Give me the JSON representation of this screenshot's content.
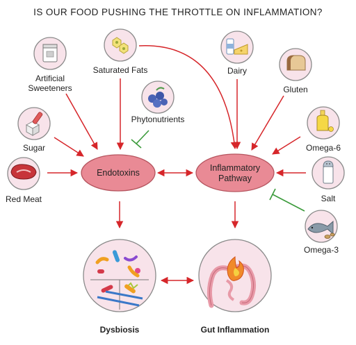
{
  "title": "IS OUR FOOD PUSHING THE THROTTLE ON INFLAMMATION?",
  "nodes": {
    "endotoxins": "Endotoxins",
    "inflammatory_line1": "Inflammatory",
    "inflammatory_line2": "Pathway"
  },
  "foods": {
    "artificial_line1": "Artificial",
    "artificial_line2": "Sweeteners",
    "saturated_fats": "Saturated Fats",
    "dairy": "Dairy",
    "gluten": "Gluten",
    "phytonutrients": "Phytonutrients",
    "sugar": "Sugar",
    "omega6": "Omega-6",
    "red_meat": "Red Meat",
    "salt": "Salt",
    "omega3": "Omega-3"
  },
  "outcomes": {
    "dysbiosis": "Dysbiosis",
    "gut_inflammation": "Gut Inflammation"
  },
  "colors": {
    "promote_arrow": "#d6262a",
    "inhibit_line": "#3a9a3a",
    "node_fill": "#e98a95",
    "icon_circle_fill": "#f8e3ea"
  }
}
